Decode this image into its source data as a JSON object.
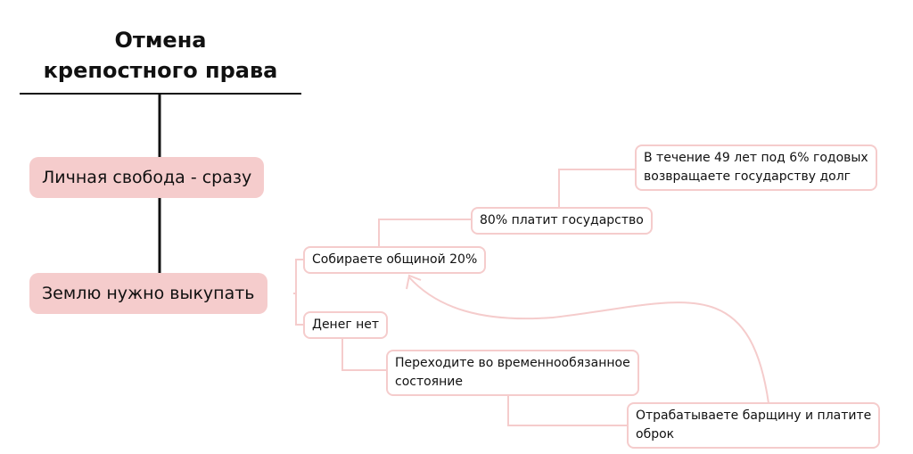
{
  "diagram": {
    "title_lines": [
      "Отмена",
      "крепостного права"
    ],
    "main_nodes": [
      "Личная свобода - сразу",
      "Землю нужно выкупать"
    ],
    "nodes": {
      "community": "Собираете общиной 20%",
      "state_pays": "80% платит государство",
      "repay_lines": [
        "В течение 49 лет под 6% годовых",
        "возвращаете государству долг"
      ],
      "no_money": "Денег нет",
      "temporary_lines": [
        "Переходите во временнообязанное",
        "состояние"
      ],
      "corvee_lines": [
        "Отрабатываете барщину и платите",
        "оброк"
      ]
    },
    "colors": {
      "main_fill": "#f5cccc",
      "node_border": "#f5cccc",
      "trunk_line": "#111111"
    }
  }
}
